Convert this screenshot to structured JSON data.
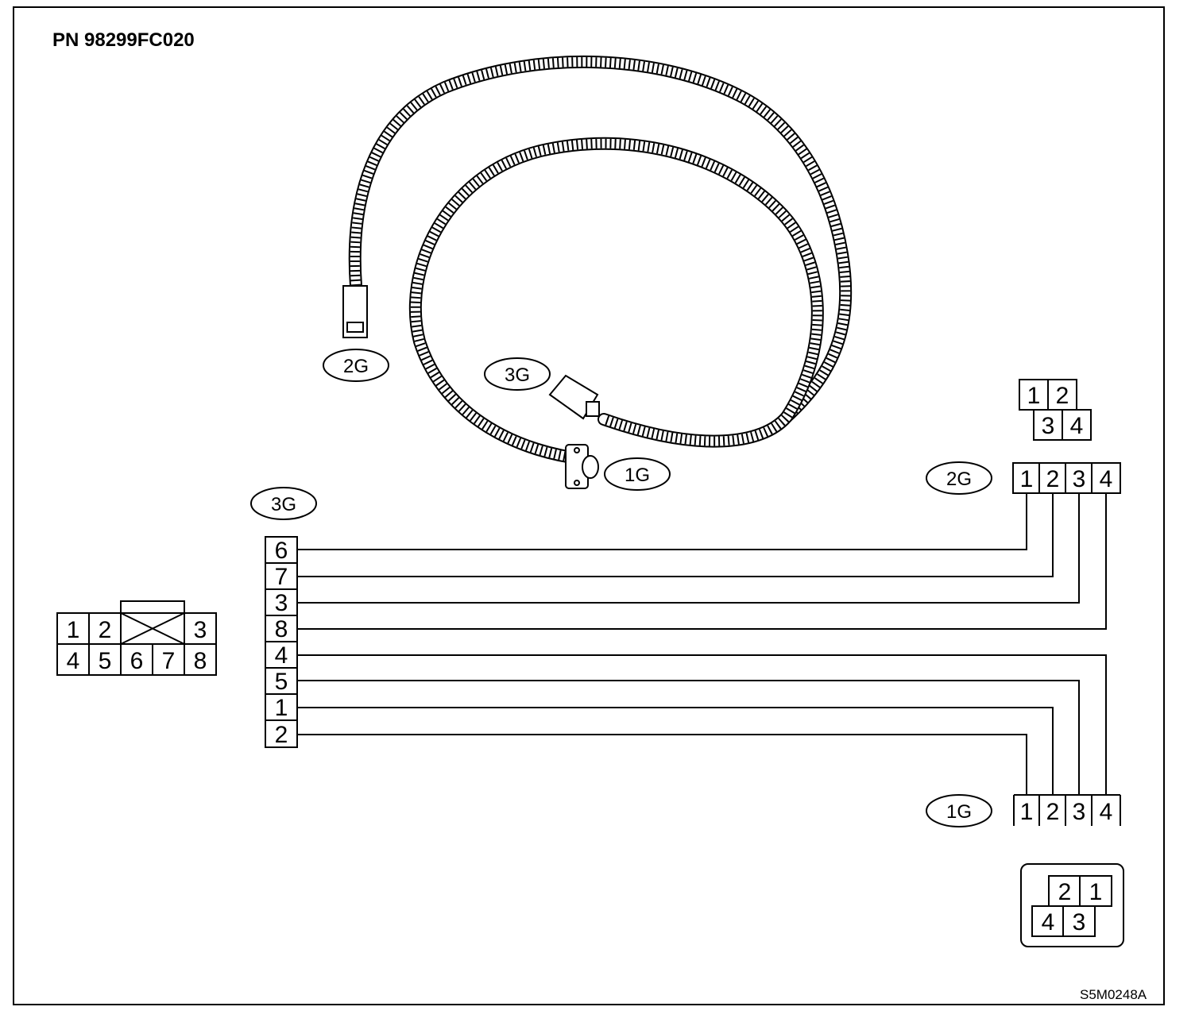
{
  "part_number": "PN 98299FC020",
  "figure_code": "S5M0248A",
  "harness_tags": {
    "tag_2g": "2G",
    "tag_3g": "3G",
    "tag_1g": "1G"
  },
  "connector_2g": {
    "tag": "2G",
    "face_top": [
      "1",
      "2"
    ],
    "face_bottom": [
      "3",
      "4"
    ],
    "pins": [
      "1",
      "2",
      "3",
      "4"
    ]
  },
  "connector_1g": {
    "tag": "1G",
    "pins": [
      "1",
      "2",
      "3",
      "4"
    ],
    "face_top": [
      "2",
      "1"
    ],
    "face_bottom": [
      "4",
      "3"
    ]
  },
  "connector_3g": {
    "tag": "3G",
    "pins": [
      "6",
      "7",
      "3",
      "8",
      "4",
      "5",
      "1",
      "2"
    ],
    "face_top": [
      "1",
      "2",
      "3"
    ],
    "face_bottom": [
      "4",
      "5",
      "6",
      "7",
      "8"
    ]
  },
  "wiring": [
    {
      "from_3g_pin": "6",
      "to": "2G",
      "to_pin": "1"
    },
    {
      "from_3g_pin": "7",
      "to": "2G",
      "to_pin": "2"
    },
    {
      "from_3g_pin": "3",
      "to": "2G",
      "to_pin": "3"
    },
    {
      "from_3g_pin": "8",
      "to": "2G",
      "to_pin": "4"
    },
    {
      "from_3g_pin": "4",
      "to": "1G",
      "to_pin": "4"
    },
    {
      "from_3g_pin": "5",
      "to": "1G",
      "to_pin": "3"
    },
    {
      "from_3g_pin": "1",
      "to": "1G",
      "to_pin": "2"
    },
    {
      "from_3g_pin": "2",
      "to": "1G",
      "to_pin": "1"
    }
  ]
}
